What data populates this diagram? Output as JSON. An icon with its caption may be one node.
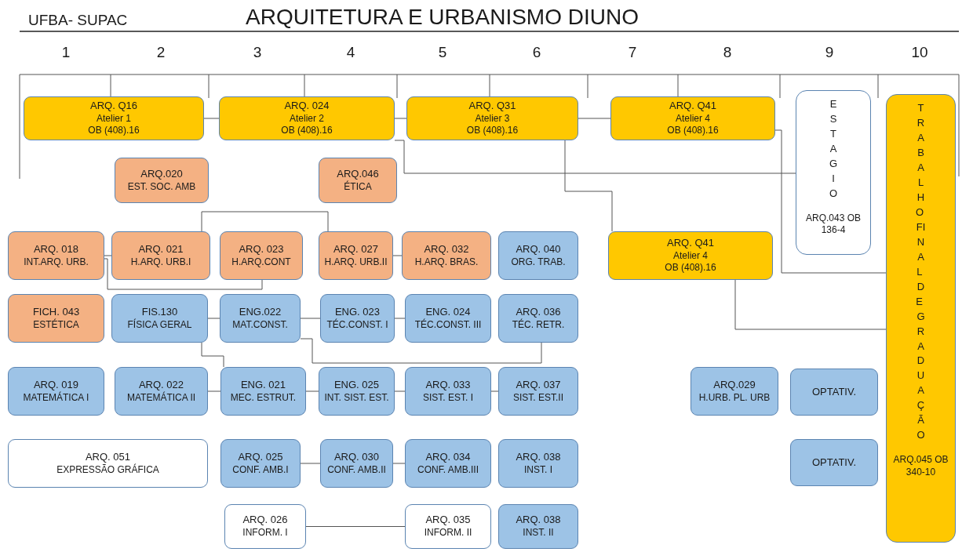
{
  "diagram": {
    "title": "ARQUITETURA E URBANISMO DIUNO",
    "nodes": [
      {
        "text": [
          "ARQ. Q16",
          "Atelier 1",
          "OB (408).16"
        ]
      },
      {
        "text": [
          "ARQ. 024",
          "Atelier 2",
          "OB (408).16"
        ]
      },
      {
        "text": [
          "ARQ. Q31",
          "Atelier 3",
          "OB (408).16"
        ]
      },
      {
        "text": [
          "ARQ. Q41",
          "Atelier 4",
          "OB (408).16"
        ]
      },
      {
        "text": [
          "ESTAGIO",
          "ARQ.043 OB 136-4"
        ]
      },
      {
        "text": [
          "TRABALHO FINAL DE GRADUAÇÃO",
          "ARQ.045 OB 340-10"
        ]
      },
      {
        "text": [
          "ARQ.020",
          "EST. SOC. AMB"
        ]
      },
      {
        "text": [
          "ARQ.046",
          "ÉTICA"
        ]
      },
      {
        "text": [
          "ARQ. 018",
          "INT.ARQ. URB."
        ]
      },
      {
        "text": [
          "ARQ. 021",
          "H.ARQ. URB.I"
        ]
      },
      {
        "text": [
          "ARQ. 023",
          "H.ARQ.CONT"
        ]
      },
      {
        "text": [
          "ARQ. 027",
          "H.ARQ. URB.II"
        ]
      },
      {
        "text": [
          "ARQ. 032",
          "H.ARQ. BRAS."
        ]
      },
      {
        "text": [
          "ARQ. 040",
          "ORG. TRAB."
        ]
      },
      {
        "text": [
          "ARQ. Q41",
          "Atelier 4",
          "OB (408).16"
        ]
      },
      {
        "text": [
          "FICH. 043",
          "ESTÉTICA"
        ]
      },
      {
        "text": [
          "FIS.130",
          "FÍSICA GERAL"
        ]
      },
      {
        "text": [
          "ENG.022",
          "MAT.CONST."
        ]
      },
      {
        "text": [
          "ENG. 023",
          "TÉC.CONST. I"
        ]
      },
      {
        "text": [
          "ENG. 024",
          "TÉC.CONST. III"
        ]
      },
      {
        "text": [
          "ARQ. 036",
          "TÉC. RETR."
        ]
      },
      {
        "text": [
          "ARQ. 019",
          "MATEMÁTICA I"
        ]
      },
      {
        "text": [
          "ARQ. 022",
          "MATEMÁTICA II"
        ]
      },
      {
        "text": [
          "ENG. 021",
          "MEC. ESTRUT."
        ]
      },
      {
        "text": [
          "ENG. 025",
          "INT. SIST. EST."
        ]
      },
      {
        "text": [
          "ARQ. 033",
          "SIST. EST. I"
        ]
      },
      {
        "text": [
          "ARQ. 037",
          "SIST. EST.II"
        ]
      },
      {
        "text": [
          "ARQ.029",
          "H.URB. PL. URB"
        ]
      },
      {
        "text": [
          "OPTATIV."
        ]
      },
      {
        "text": [
          "ARQ. 051",
          "EXPRESSÃO GRÁFICA"
        ]
      },
      {
        "text": [
          "ARQ. 025",
          "CONF. AMB.I"
        ]
      },
      {
        "text": [
          "ARQ. 030",
          "CONF. AMB.II"
        ]
      },
      {
        "text": [
          "ARQ. 034",
          "CONF. AMB.III"
        ]
      },
      {
        "text": [
          "ARQ. 038",
          "INST. I"
        ]
      },
      {
        "text": [
          "OPTATIV."
        ]
      },
      {
        "text": [
          "ARQ. 026",
          "INFORM. I"
        ]
      },
      {
        "text": [
          "ARQ. 035",
          "INFORM. II"
        ]
      },
      {
        "text": [
          "ARQ. 038",
          "INST. II"
        ]
      }
    ],
    "edges": [
      {
        "from": 0,
        "to": 1,
        "arrow": "none"
      },
      {
        "from": 1,
        "to": 2,
        "arrow": "none"
      },
      {
        "from": 2,
        "to": 3,
        "arrow": "none"
      },
      {
        "from": 1,
        "to": 4,
        "arrow": "none"
      },
      {
        "from": 2,
        "to": 14,
        "arrow": "none"
      },
      {
        "from": 3,
        "to": 5,
        "arrow": "none"
      },
      {
        "from": 14,
        "to": 5,
        "arrow": "none"
      },
      {
        "from": 9,
        "to": 11,
        "arrow": "none"
      },
      {
        "from": 8,
        "to": 9,
        "arrow": "none"
      },
      {
        "from": 8,
        "to": 10,
        "arrow": "none"
      },
      {
        "from": 11,
        "to": 12,
        "arrow": "none"
      },
      {
        "from": 16,
        "to": 17,
        "arrow": "none"
      },
      {
        "from": 17,
        "to": 18,
        "arrow": "none"
      },
      {
        "from": 18,
        "to": 19,
        "arrow": "none"
      },
      {
        "from": 17,
        "to": 20,
        "arrow": "none"
      },
      {
        "from": 16,
        "to": 23,
        "arrow": "none"
      },
      {
        "from": 22,
        "to": 23,
        "arrow": "none"
      },
      {
        "from": 23,
        "to": 24,
        "arrow": "none"
      },
      {
        "from": 24,
        "to": 25,
        "arrow": "none"
      },
      {
        "from": 25,
        "to": 26,
        "arrow": "none"
      },
      {
        "from": 30,
        "to": 31,
        "arrow": "none"
      },
      {
        "from": 31,
        "to": 32,
        "arrow": "none"
      },
      {
        "from": 35,
        "to": 36,
        "arrow": "none"
      }
    ],
    "labels": [
      "UFBA- SUPAC",
      "1",
      "2",
      "3",
      "4",
      "5",
      "6",
      "7",
      "8",
      "9",
      "10"
    ]
  }
}
